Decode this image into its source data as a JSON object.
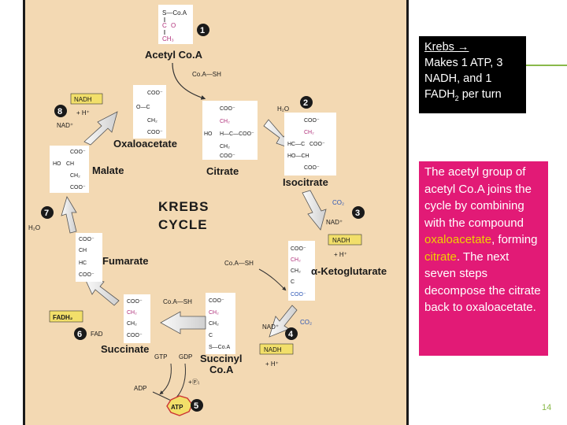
{
  "slide": {
    "page_number": "14",
    "krebs_box": {
      "title": "Krebs →",
      "line2": "Makes 1 ATP, 3",
      "line3": "NADH, and 1",
      "line4_pre": "FADH",
      "line4_sub": "2",
      "line4_post": " per turn"
    },
    "desc_box": {
      "part1": "The acetyl group of acetyl Co.A joins the cycle by combining with the compound ",
      "highlight1": "oxaloacetate",
      "part2": ", forming ",
      "highlight2": "citrate",
      "part3": ". The next seven steps decompose the citrate back to oxaloacetate."
    },
    "colors": {
      "accent_pink": "#e21a76",
      "highlight_yellow": "#f0d000",
      "accent_green": "#8ab94a",
      "step_circle": "#1a1a1a"
    }
  },
  "diagram": {
    "center_title_1": "KREBS",
    "center_title_2": "CYCLE",
    "compounds": {
      "acetyl_coa": "Acetyl Co.A",
      "oxaloacetate": "Oxaloacetate",
      "citrate": "Citrate",
      "isocitrate": "Isocitrate",
      "alpha_ketoglutarate": "α-Ketoglutarate",
      "succinyl_coa_1": "Succinyl",
      "succinyl_coa_2": "Co.A",
      "succinate": "Succinate",
      "fumarate": "Fumarate",
      "malate": "Malate"
    },
    "steps": [
      "1",
      "2",
      "3",
      "4",
      "5",
      "6",
      "7",
      "8"
    ],
    "molecules": {
      "nadh": "NADH",
      "nad_plus": "NAD⁺",
      "h_plus": "+ H⁺",
      "fadh2": "FADH₂",
      "fad": "FAD",
      "atp": "ATP",
      "adp": "ADP",
      "gtp": "GTP",
      "gdp": "GDP",
      "pi": "+Ⓟᵢ",
      "co2": "CO₂",
      "h2o": "H₂O",
      "coa_sh": "Co.A—SH",
      "coa_sh_short": "Co.A—SH",
      "s_coa": "S—Co.A"
    },
    "fragments": {
      "coo": "COO⁻",
      "ch2": "CH₂",
      "ch3": "CH₃",
      "c": "C",
      "o": "O",
      "ch": "CH",
      "hc": "HC",
      "ho": "HO",
      "hc_c": "HC—C",
      "ho_c": "HO—C",
      "ho_ch": "HO—CH",
      "oc": "O—C",
      "s_coa": "S—Co.A",
      "coo_h": "H—C—COO⁻"
    }
  }
}
